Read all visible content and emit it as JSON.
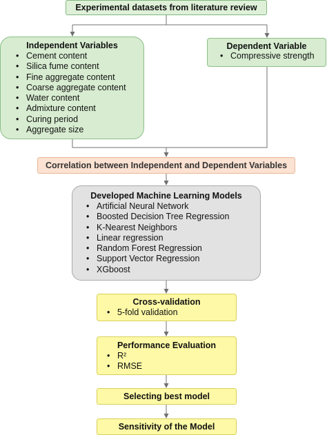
{
  "top_box": {
    "title": "Experimental datasets from literature review"
  },
  "independent": {
    "title": "Independent Variables",
    "items": [
      "Cement content",
      "Silica fume content",
      "Fine aggregate content",
      "Coarse aggregate content",
      "Water content",
      "Admixture content",
      "Curing period",
      "Aggregate size"
    ]
  },
  "dependent": {
    "title": "Dependent Variable",
    "items": [
      "Compressive strength"
    ]
  },
  "correlation": {
    "title": "Correlation between Independent and Dependent Variables"
  },
  "ml_models": {
    "title": "Developed Machine Learning Models",
    "items": [
      "Artificial Neural Network",
      "Boosted Decision Tree Regression",
      "K-Nearest Neighbors",
      "Linear regression",
      "Random Forest Regression",
      "Support Vector Regression",
      "XGboost"
    ]
  },
  "cross_validation": {
    "title": "Cross-validation",
    "items": [
      "5-fold validation"
    ]
  },
  "performance": {
    "title": "Performance Evaluation",
    "items": [
      "R²",
      "RMSE"
    ]
  },
  "selecting": {
    "title": "Selecting best model"
  },
  "sensitivity": {
    "title": "Sensitivity of the Model"
  },
  "colors": {
    "green_fill": "#d7ecd0",
    "orange_fill": "#fbe2d2",
    "gray_fill": "#e2e2e2",
    "yellow_fill": "#fdf9a6",
    "connector": "#707070"
  }
}
